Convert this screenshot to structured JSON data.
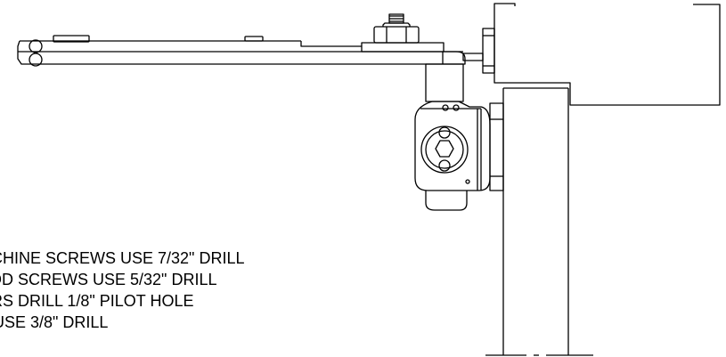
{
  "notes": [
    "CHINE SCREWS USE 7/32\" DRILL",
    "OD SCREWS USE 5/32\" DRILL",
    "RS DRILL 1/8\"  PILOT HOLE",
    " USE 3/8\" DRILL"
  ],
  "colors": {
    "line": "#000000",
    "background": "#ffffff",
    "hatch": "#888888"
  }
}
